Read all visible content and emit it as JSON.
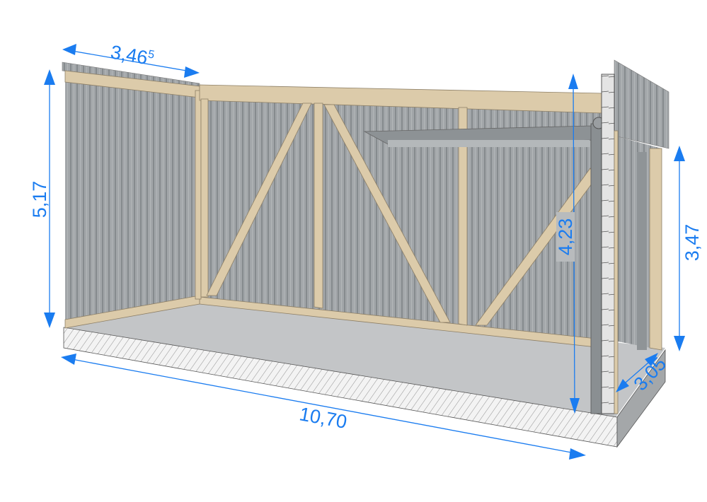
{
  "dimensions": {
    "left_wall_width": {
      "main": "3,46",
      "superscript": "5"
    },
    "left_wall_height": "5,17",
    "total_length": "10,70",
    "door_height": "4,23",
    "right_side_height": "3,47",
    "right_side_depth": "3,05"
  },
  "colors": {
    "dimension": "#1a7cf0",
    "cladding": "#9a9fa2",
    "timber": "#dccbaa",
    "floor": "#c3c5c7"
  }
}
